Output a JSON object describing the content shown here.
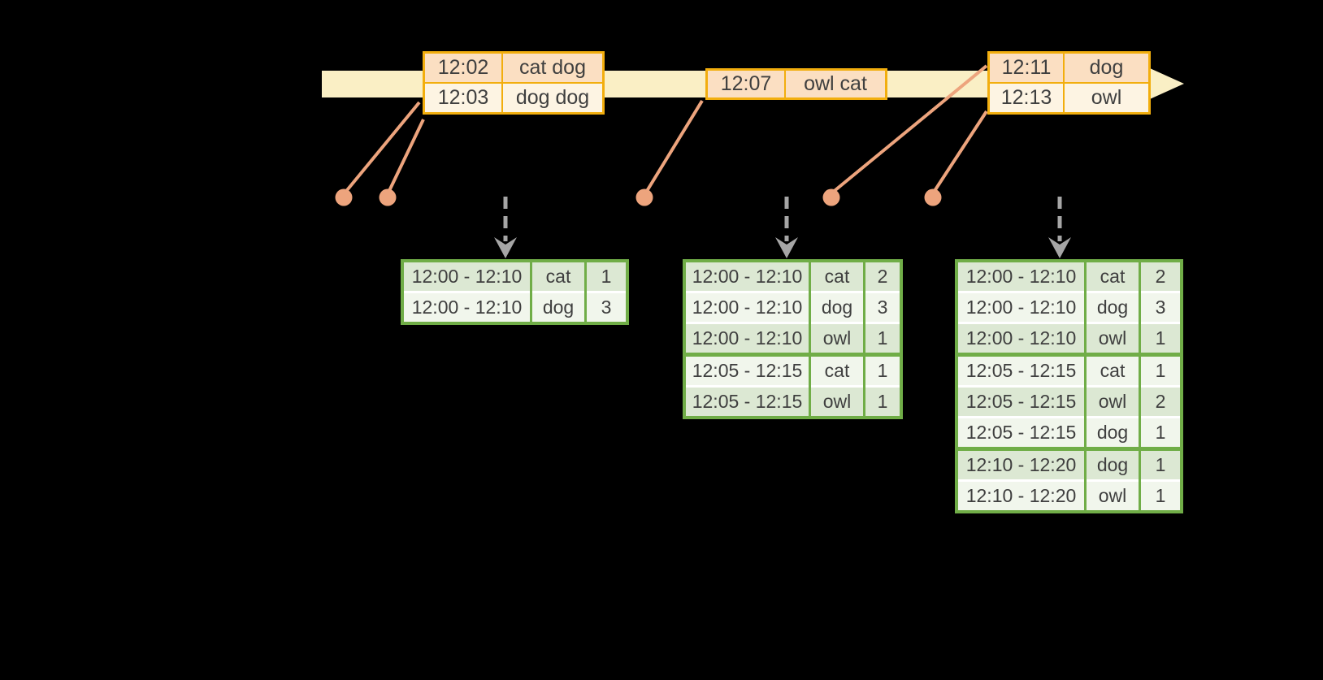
{
  "colors": {
    "background": "#000000",
    "band": "#FAEFC5",
    "gold": "#F2AE0E",
    "peach": "#FBDFC2",
    "cream": "#FDF4E3",
    "salmon": "#EDA47D",
    "gray": "#A6A6A6",
    "green": "#70AD47",
    "row_dark": "#DCE8D3",
    "row_light": "#F1F6EC",
    "ink": "#3F3F3F"
  },
  "timeline": {
    "event_tables": [
      {
        "rows": [
          [
            "12:02",
            "cat dog"
          ],
          [
            "12:03",
            "dog dog"
          ]
        ]
      },
      {
        "rows": [
          [
            "12:07",
            "owl cat"
          ]
        ]
      },
      {
        "rows": [
          [
            "12:11",
            "dog"
          ],
          [
            "12:13",
            "owl"
          ]
        ]
      }
    ]
  },
  "result_tables": [
    {
      "rows": [
        [
          "12:00 - 12:10",
          "cat",
          "1"
        ],
        [
          "12:00 - 12:10",
          "dog",
          "3"
        ]
      ]
    },
    {
      "rows": [
        [
          "12:00 - 12:10",
          "cat",
          "2"
        ],
        [
          "12:00 - 12:10",
          "dog",
          "3"
        ],
        [
          "12:00 - 12:10",
          "owl",
          "1"
        ],
        [
          "12:05 - 12:15",
          "cat",
          "1"
        ],
        [
          "12:05 - 12:15",
          "owl",
          "1"
        ]
      ]
    },
    {
      "rows": [
        [
          "12:00 - 12:10",
          "cat",
          "2"
        ],
        [
          "12:00 - 12:10",
          "dog",
          "3"
        ],
        [
          "12:00 - 12:10",
          "owl",
          "1"
        ],
        [
          "12:05 - 12:15",
          "cat",
          "1"
        ],
        [
          "12:05 - 12:15",
          "owl",
          "2"
        ],
        [
          "12:05 - 12:15",
          "dog",
          "1"
        ],
        [
          "12:10 - 12:20",
          "dog",
          "1"
        ],
        [
          "12:10 - 12:20",
          "owl",
          "1"
        ]
      ]
    }
  ]
}
